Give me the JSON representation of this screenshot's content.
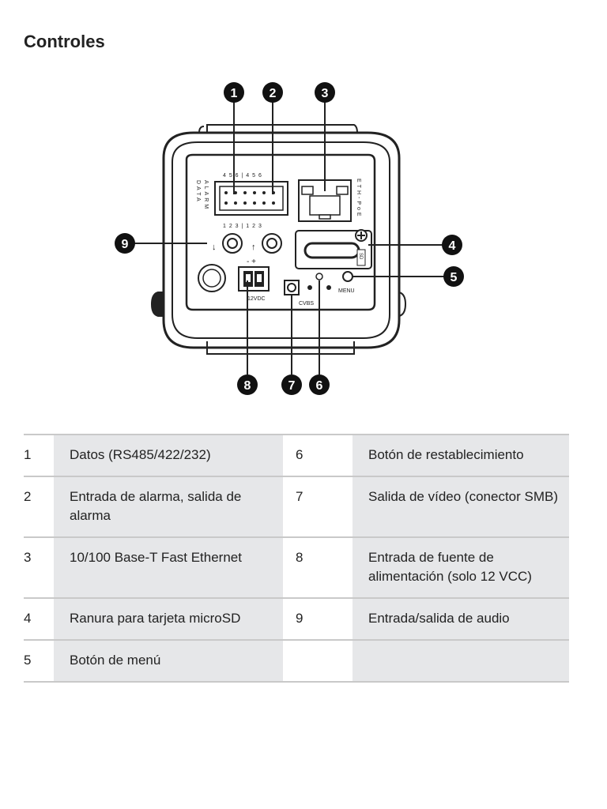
{
  "title": "Controles",
  "figure": {
    "callouts": [
      "1",
      "2",
      "3",
      "4",
      "5",
      "6",
      "7",
      "8",
      "9"
    ],
    "labels": {
      "data": "DATA",
      "alarm": "ALARM",
      "eth": "ETH-PoE",
      "top_pins": "4 5 6 | 4 5 6",
      "bottom_pins": "1 2 3 | 1 2 3",
      "polarity": "-  +",
      "power": "12VDC",
      "cvbs": "CVBS",
      "menu": "MENU",
      "sd": "SD"
    }
  },
  "table": {
    "rows": [
      {
        "n1": "1",
        "d1": "Datos (RS485/422/232)",
        "n2": "6",
        "d2": "Botón de restablecimiento"
      },
      {
        "n1": "2",
        "d1": "Entrada de alarma, salida de alarma",
        "n2": "7",
        "d2": "Salida de vídeo (conector SMB)"
      },
      {
        "n1": "3",
        "d1": "10/100 Base-T Fast Ethernet",
        "n2": "8",
        "d2": "Entrada de fuente de alimentación (solo 12 VCC)"
      },
      {
        "n1": "4",
        "d1": "Ranura para tarjeta microSD",
        "n2": "9",
        "d2": "Entrada/salida de audio"
      },
      {
        "n1": "5",
        "d1": "Botón de menú",
        "n2": "",
        "d2": ""
      }
    ]
  }
}
